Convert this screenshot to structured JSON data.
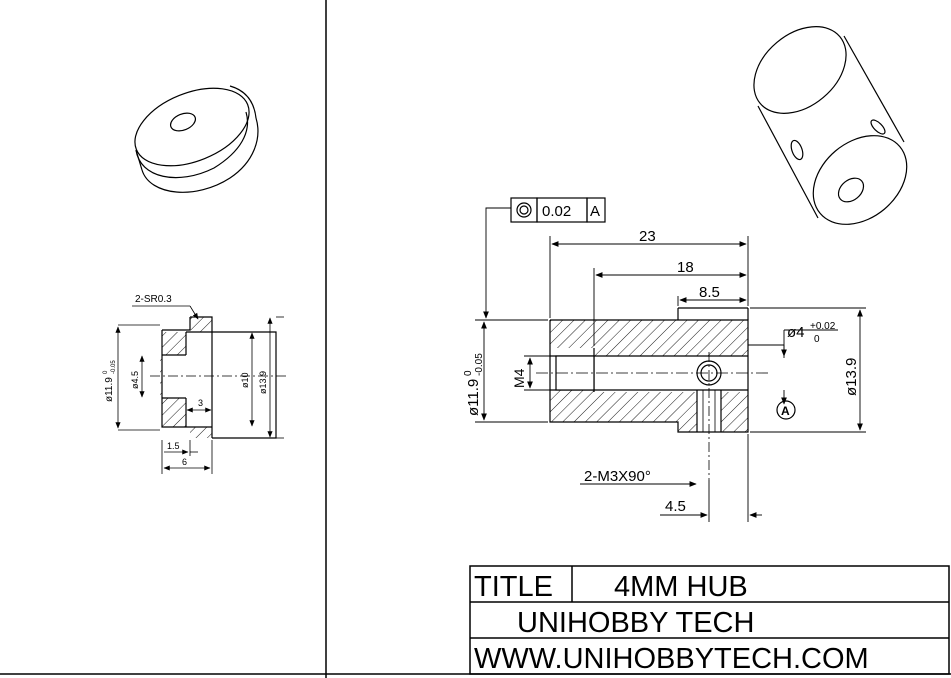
{
  "left_view": {
    "callout_sr": "2-SR0.3",
    "dia_outer_left": "ø11.9",
    "dia_outer_left_tol_upper": "0",
    "dia_outer_left_tol_lower": "-0.05",
    "dia_bore": "ø4.5",
    "dia_recess": "ø10",
    "dia_flange": "ø13.9",
    "depth_3": "3",
    "len_1_5": "1.5",
    "len_6": "6"
  },
  "right_view": {
    "fcf_symbol": "◎",
    "fcf_tolerance": "0.02",
    "fcf_datum": "A",
    "len_23": "23",
    "len_18": "18",
    "len_8_5": "8.5",
    "dia_main": "ø11.9",
    "dia_main_tol_upper": "0",
    "dia_main_tol_lower": "-0.05",
    "thread_m4": "M4",
    "dia_bore": "ø4",
    "dia_bore_tol_upper": "+0.02",
    "dia_bore_tol_lower": "0",
    "dia_flange": "ø13.9",
    "datum_label": "A",
    "screw_callout": "2-M3X90°",
    "len_4_5": "4.5"
  },
  "title_block": {
    "title_label": "TITLE",
    "title_value": "4MM HUB",
    "company": "UNIHOBBY TECH",
    "url": "WWW.UNIHOBBYTECH.COM"
  }
}
